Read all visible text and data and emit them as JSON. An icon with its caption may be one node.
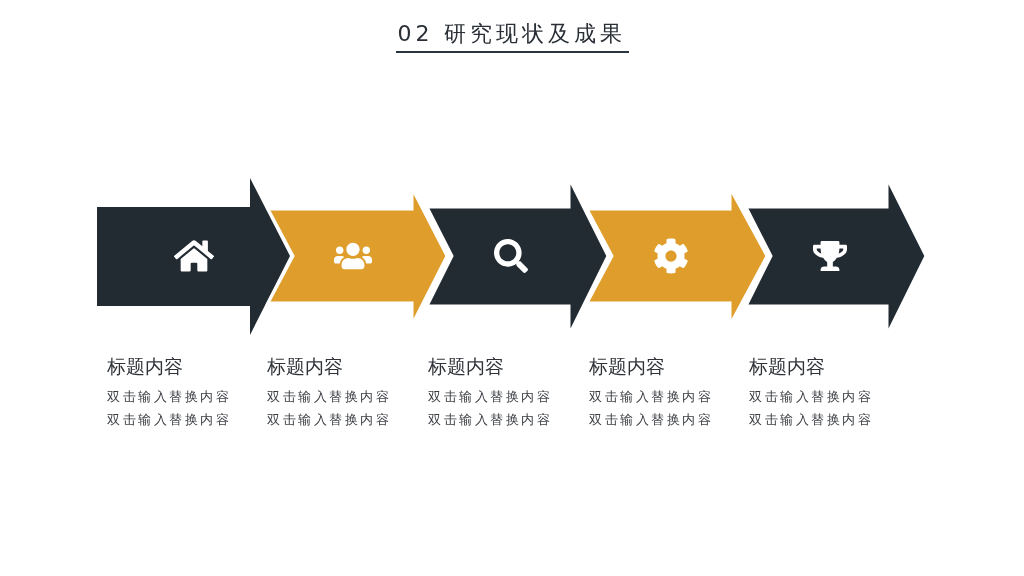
{
  "diagram": {
    "title": "02 研究现状及成果",
    "labels": [
      "标题内容",
      "双击输入替换内容",
      "双击输入替换内容",
      "标题内容",
      "双击输入替换内容",
      "双击输入替换内容",
      "标题内容",
      "双击输入替换内容",
      "双击输入替换内容",
      "标题内容",
      "双击输入替换内容",
      "双击输入替换内容",
      "标题内容",
      "双击输入替换内容",
      "双击输入替换内容"
    ]
  }
}
